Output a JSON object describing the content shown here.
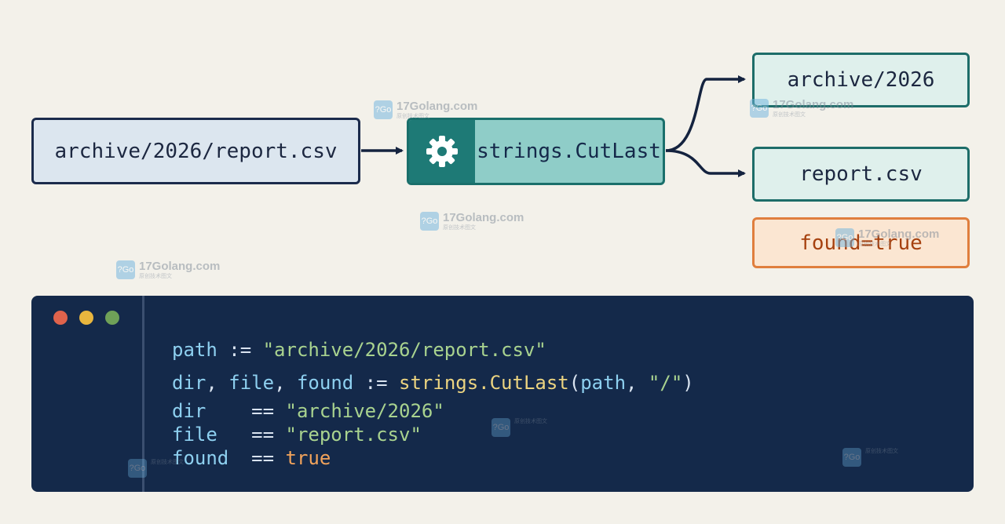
{
  "diagram": {
    "input": "archive/2026/report.csv",
    "function": {
      "icon": "gear-icon",
      "label": "strings.CutLast"
    },
    "outputs": {
      "before": "archive/2026",
      "after": "report.csv",
      "found": "found=true"
    }
  },
  "watermark": {
    "title": "17Golang.com",
    "subtitle": "原创技术图文",
    "logo": "?Go"
  },
  "code": {
    "window_controls": [
      "close",
      "minimize",
      "maximize"
    ],
    "lines": [
      [
        {
          "t": "path",
          "c": "id"
        },
        {
          "t": " := ",
          "c": "op"
        },
        {
          "t": "\"archive/2026/report.csv\"",
          "c": "str"
        }
      ],
      [
        {
          "t": "dir",
          "c": "id"
        },
        {
          "t": ", ",
          "c": "op"
        },
        {
          "t": "file",
          "c": "id"
        },
        {
          "t": ", ",
          "c": "op"
        },
        {
          "t": "found",
          "c": "id"
        },
        {
          "t": " := ",
          "c": "op"
        },
        {
          "t": "strings.CutLast",
          "c": "fn"
        },
        {
          "t": "(",
          "c": "op"
        },
        {
          "t": "path",
          "c": "id"
        },
        {
          "t": ", ",
          "c": "op"
        },
        {
          "t": "\"/\"",
          "c": "str"
        },
        {
          "t": ")",
          "c": "op"
        }
      ],
      [
        {
          "t": "dir",
          "c": "id"
        },
        {
          "t": "    == ",
          "c": "op"
        },
        {
          "t": "\"archive/2026\"",
          "c": "str"
        }
      ],
      [
        {
          "t": "file",
          "c": "id"
        },
        {
          "t": "   == ",
          "c": "op"
        },
        {
          "t": "\"report.csv\"",
          "c": "str"
        }
      ],
      [
        {
          "t": "found",
          "c": "id"
        },
        {
          "t": "  == ",
          "c": "op"
        },
        {
          "t": "true",
          "c": "kw"
        }
      ]
    ]
  },
  "colors": {
    "background": "#f3f1ea",
    "navy": "#1b2b4c",
    "teal": "#1e7a76",
    "teal_light": "#8fcdc8",
    "orange": "#e07e3d",
    "code_bg": "#14294a"
  }
}
